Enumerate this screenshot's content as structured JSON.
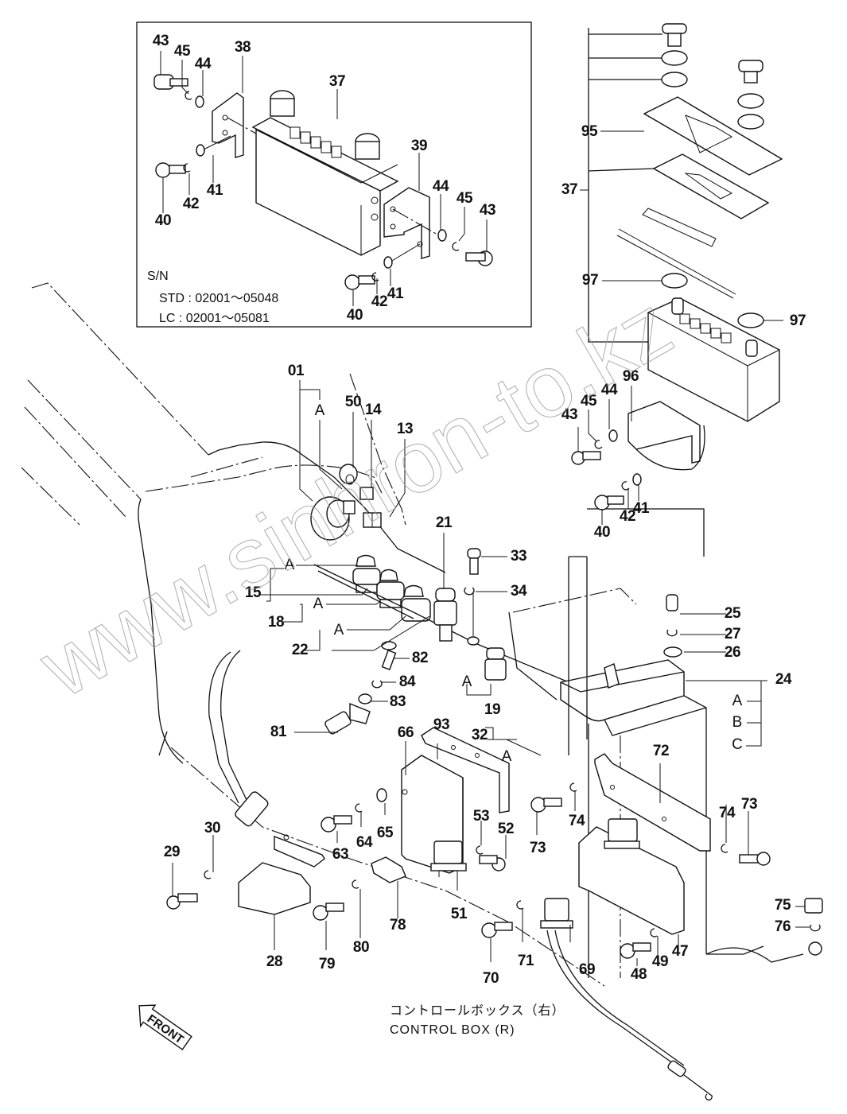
{
  "title_jp": "コントロールボックス（右）",
  "title_en": "CONTROL BOX (R)",
  "front_label": "FRONT",
  "watermark": "www.sinhron-to.kz",
  "inset": {
    "sn_label": "S/N",
    "serial_ranges": [
      {
        "model": "STD",
        "text": "STD : 02001～05048"
      },
      {
        "model": "LC",
        "text": "LC   : 02001～05081"
      }
    ],
    "callouts": [
      "43",
      "45",
      "44",
      "38",
      "37",
      "39",
      "40",
      "42",
      "41",
      "44",
      "45",
      "43",
      "40",
      "42",
      "41"
    ]
  },
  "group_letters": {
    "a": "A",
    "b": "B",
    "c": "C"
  },
  "callouts": {
    "p01": "01",
    "p13": "13",
    "p14": "14",
    "p15": "15",
    "p18": "18",
    "p19": "19",
    "p21": "21",
    "p22": "22",
    "p24": "24",
    "p25": "25",
    "p26": "26",
    "p27": "27",
    "p28": "28",
    "p29": "29",
    "p30": "30",
    "p32": "32",
    "p33": "33",
    "p34": "34",
    "p37": "37",
    "p40": "40",
    "p41": "41",
    "p42": "42",
    "p43": "43",
    "p44": "44",
    "p45": "45",
    "p47": "47",
    "p48": "48",
    "p49": "49",
    "p50": "50",
    "p51": "51",
    "p52": "52",
    "p53": "53",
    "p63": "63",
    "p64": "64",
    "p65": "65",
    "p66": "66",
    "p69": "69",
    "p70": "70",
    "p71": "71",
    "p72": "72",
    "p73": "73",
    "p74": "74",
    "p75": "75",
    "p76": "76",
    "p78": "78",
    "p79": "79",
    "p80": "80",
    "p81": "81",
    "p82": "82",
    "p83": "83",
    "p84": "84",
    "p93": "93",
    "p95": "95",
    "p96": "96",
    "p97": "97"
  }
}
